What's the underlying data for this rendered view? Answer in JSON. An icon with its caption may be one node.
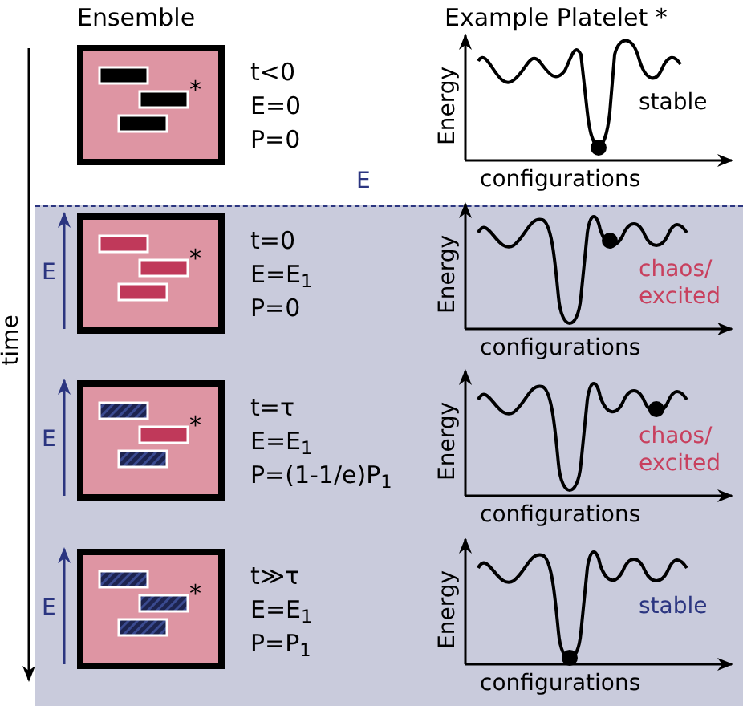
{
  "diagram": {
    "nodes": [
      {
        "text": [
          "*"
        ],
        "beside": [
          "t<0",
          "E=0",
          "P=0"
        ]
      },
      {
        "text": [
          "*"
        ],
        "beside": [
          "t=0",
          "E=E$_{1}$",
          "P=0"
        ]
      },
      {
        "text": [
          "*"
        ],
        "beside": [
          "t=τ",
          "E=E$_{1}$",
          "P=(1-1/e)P$_{1}$"
        ]
      },
      {
        "text": [
          "*"
        ],
        "beside": [
          "t≫τ",
          "E=E$_{1}$",
          "P=P$_{1}$"
        ]
      }
    ],
    "labels": [
      "Ensemble",
      "Example Platelet *",
      "Energy",
      "stable",
      "configurations",
      "E",
      "E",
      "Energy",
      "chaos/ excited",
      "configurations",
      "time",
      "E",
      "Energy",
      "chaos/ excited",
      "configurations",
      "E",
      "Energy",
      "stable",
      "configurations"
    ]
  }
}
